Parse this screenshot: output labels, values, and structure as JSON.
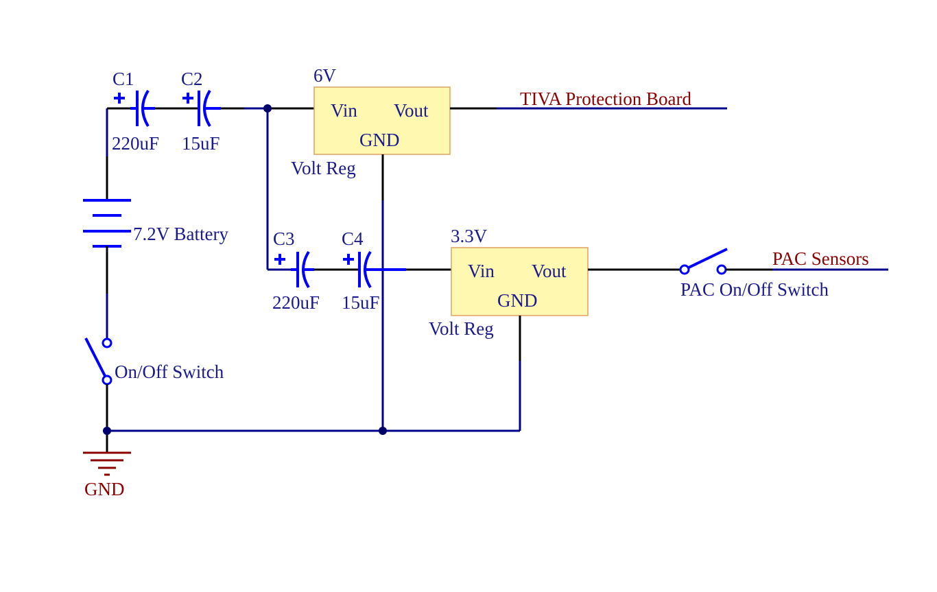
{
  "components": {
    "c1": {
      "ref": "C1",
      "value": "220uF"
    },
    "c2": {
      "ref": "C2",
      "value": "15uF"
    },
    "c3": {
      "ref": "C3",
      "value": "220uF"
    },
    "c4": {
      "ref": "C4",
      "value": "15uF"
    },
    "battery": {
      "label": "7.2V Battery"
    },
    "main_switch": {
      "label": "On/Off Switch"
    },
    "pac_switch": {
      "label": "PAC On/Off Switch"
    },
    "reg_6v": {
      "voltage": "6V",
      "name": "Volt Reg",
      "vin": "Vin",
      "vout": "Vout",
      "gnd": "GND"
    },
    "reg_3v3": {
      "voltage": "3.3V",
      "name": "Volt Reg",
      "vin": "Vin",
      "vout": "Vout",
      "gnd": "GND"
    }
  },
  "nets": {
    "tiva": "TIVA Protection Board",
    "pac": "PAC Sensors",
    "ground": "GND"
  },
  "polarity_mark": "+",
  "colors": {
    "wire": "#000000",
    "net_wire": "#00008b",
    "component": "#0000ff",
    "label": "#1a1a8c",
    "net_label": "#8b0000",
    "regulator_fill": "#fff8b0"
  }
}
